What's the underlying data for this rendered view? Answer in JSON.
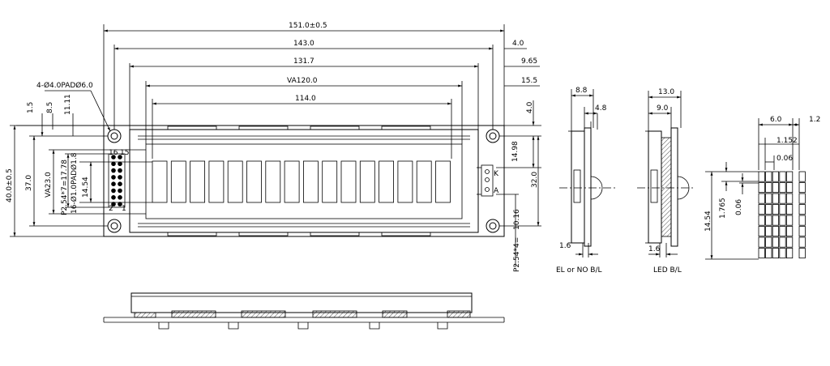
{
  "front_view": {
    "overall_width": "151.0±0.5",
    "pcb_hole_pitch": "143.0",
    "bezel_width": "131.7",
    "view_area": "VA120.0",
    "active_area": "114.0",
    "offset_4_0": "4.0",
    "offset_9_65": "9.65",
    "offset_15_5": "15.5",
    "right_4_0": "4.0",
    "mount_holes": "4-Ø4.0PADØ6.0",
    "dim_1_5": "1.5",
    "dim_8_5": "8.5",
    "dim_11_11": "11.11",
    "overall_height": "40.0±0.5",
    "hole_pitch_vertical": "37.0",
    "view_area_height": "VA23.0",
    "pin_pitch": "P2.54*7=17.78",
    "pin_pads": "16-Ø1.0PADØ1.8",
    "dim_14_54": "14.54",
    "right_14_98": "14.98",
    "right_32_0": "32.0",
    "right_10_16": "10.16",
    "right_pitch": "P2.54*4=",
    "pin_16": "16",
    "pin_15": "15",
    "pin_2": "2",
    "pin_1": "1",
    "led_k": "K",
    "led_a": "A"
  },
  "side_views": {
    "el": {
      "dim_8_8": "8.8",
      "dim_4_8": "4.8",
      "dim_1_6": "1.6",
      "caption": "EL or NO B/L"
    },
    "led": {
      "dim_13_0": "13.0",
      "dim_9_0": "9.0",
      "dim_1_6": "1.6",
      "caption": "LED B/L"
    }
  },
  "char_detail": {
    "dim_6_0": "6.0",
    "dim_1_2": "1.2",
    "dim_1_152": "1.152",
    "dim_0_06_top": "0.06",
    "dim_14_54": "14.54",
    "dim_1_765": "1.765",
    "dim_0_06_left": "0.06"
  }
}
